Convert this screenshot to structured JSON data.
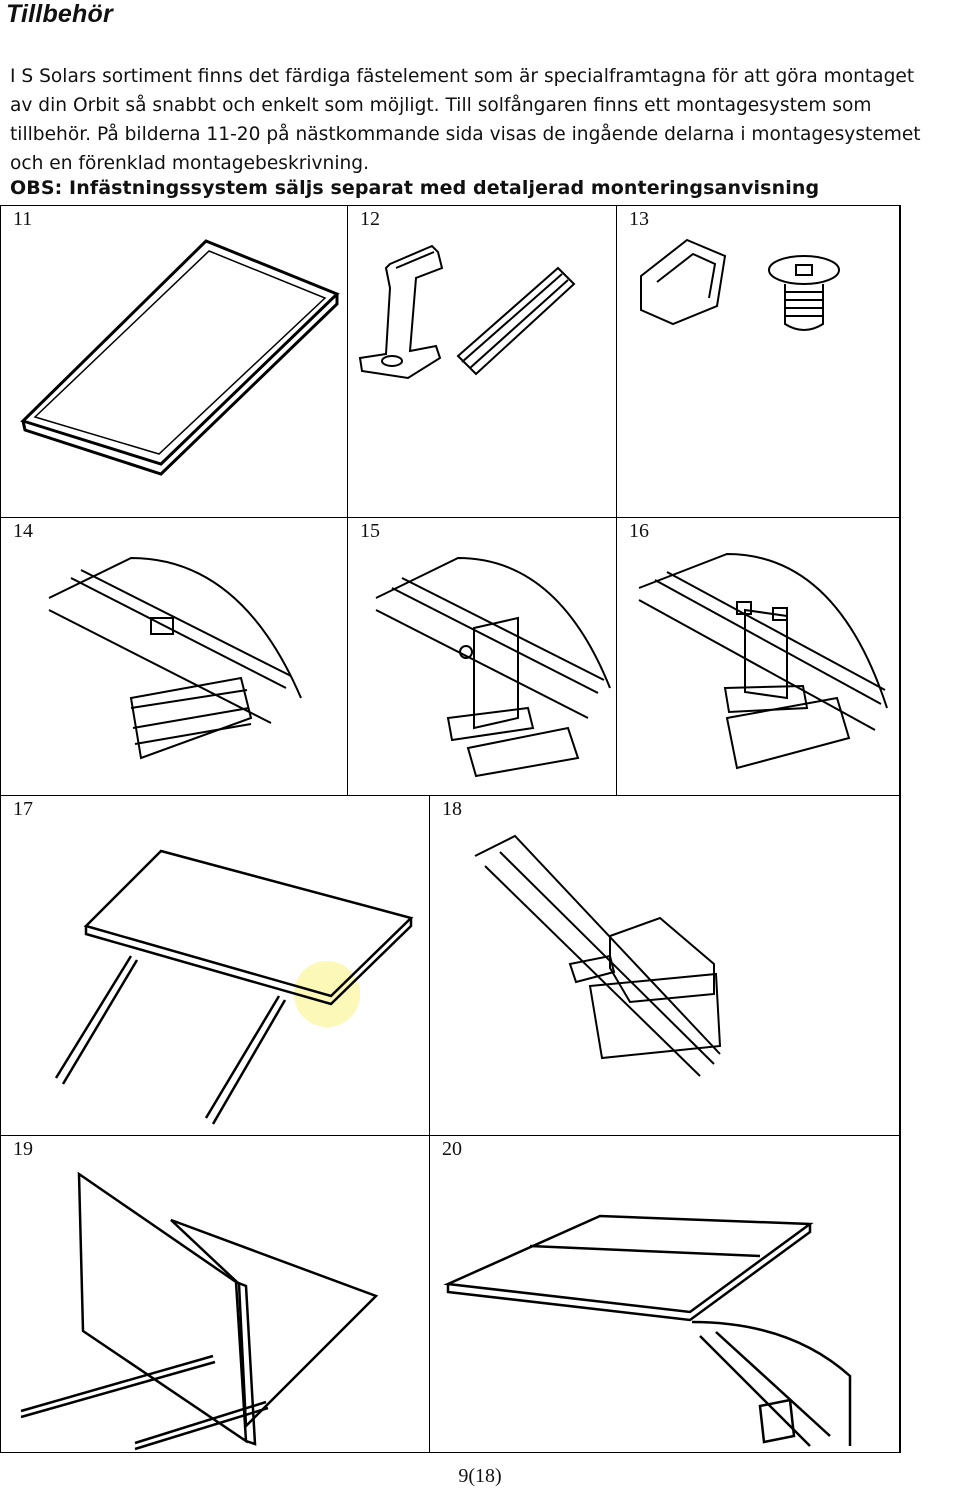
{
  "heading": "Tillbehör",
  "intro": [
    "I S Solars sortiment finns det färdiga fästelement som är specialframtagna för att göra montaget",
    "av din Orbit så snabbt och enkelt som möjligt. Till solfångaren finns ett montagesystem som",
    "tillbehör. På bilderna 11-20 på nästkommande sida visas de ingående delarna i montagesystemet",
    "och en förenklad montagebeskrivning."
  ],
  "notice": "OBS: Infästningssystem säljs separat med detaljerad monteringsanvisning",
  "figures": [
    "11",
    "12",
    "13",
    "14",
    "15",
    "16",
    "17",
    "18",
    "19",
    "20"
  ],
  "page_number": "9(18)"
}
